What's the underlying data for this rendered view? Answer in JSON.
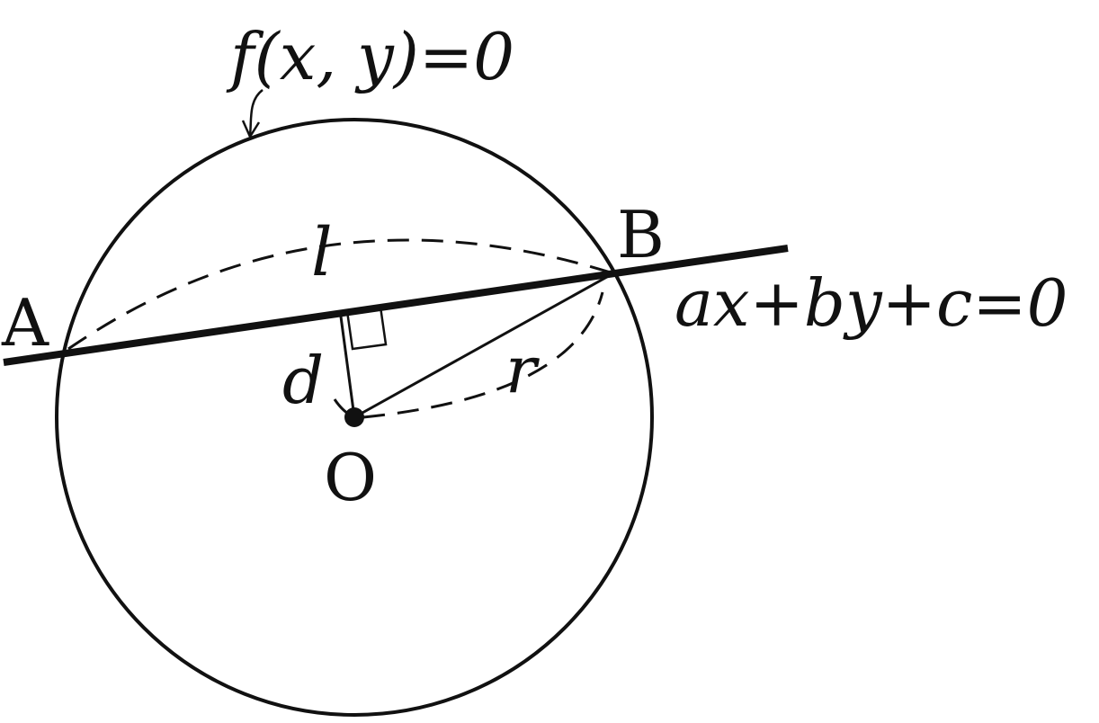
{
  "diagram": {
    "curve_equation": "f(x, y)=0",
    "line_equation": "ax+by+c=0",
    "points": {
      "A": "A",
      "B": "B",
      "O": "O"
    },
    "segment_labels": {
      "chord_length": "l",
      "distance": "d",
      "radius": "r"
    },
    "colors": {
      "stroke": "#111111",
      "background": "#ffffff"
    }
  }
}
